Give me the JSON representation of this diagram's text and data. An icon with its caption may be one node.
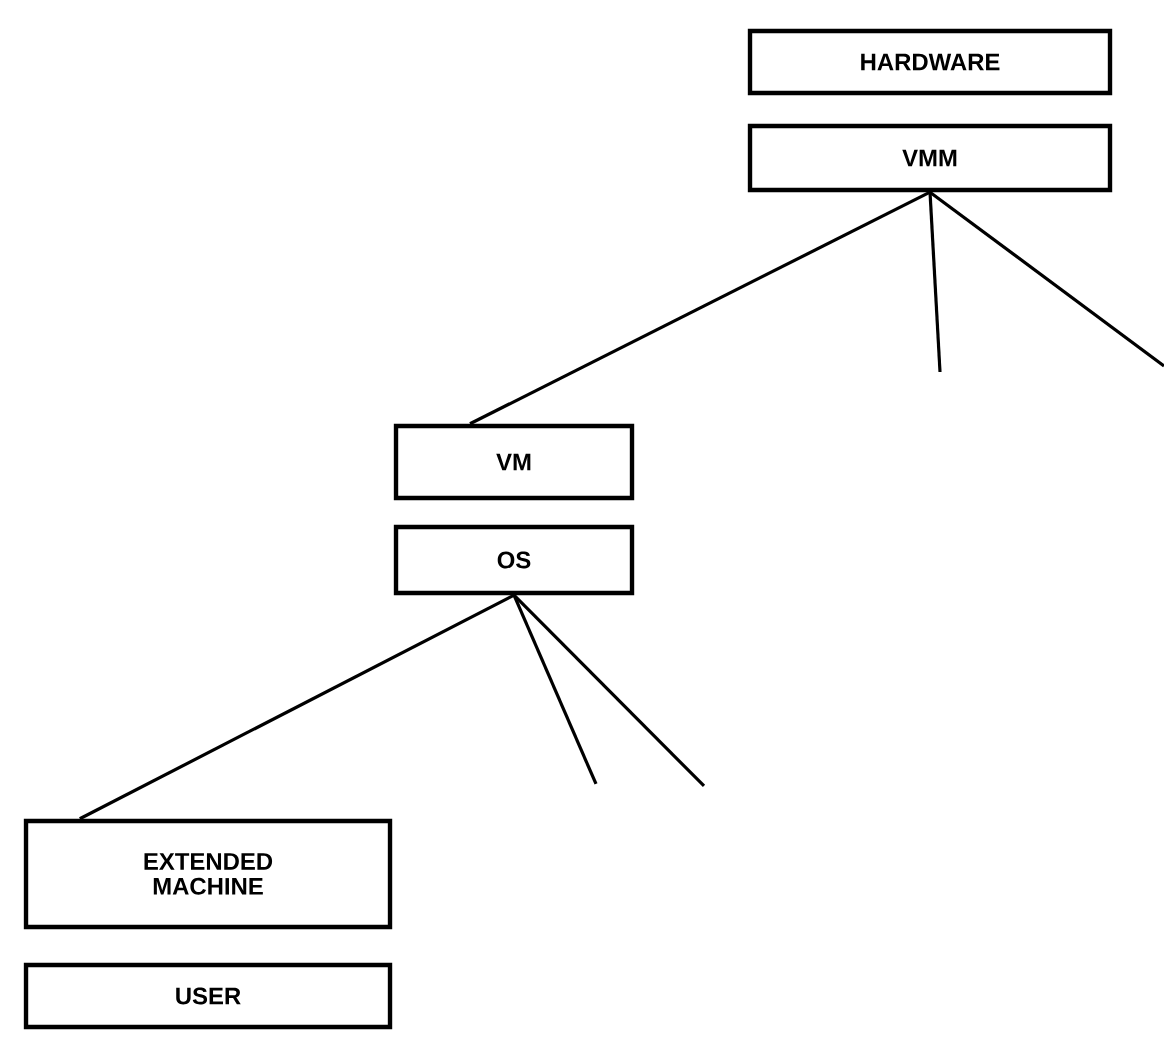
{
  "diagram": {
    "nodes": [
      {
        "text": [
          "HARDWARE"
        ]
      },
      {
        "text": [
          "VMM"
        ]
      },
      {
        "text": [
          "VM"
        ]
      },
      {
        "text": [
          "OS"
        ]
      },
      {
        "text": [
          "EXTENDED MACHINE"
        ]
      },
      {
        "text": [
          "USER"
        ]
      }
    ],
    "edges": [
      {
        "from": 1,
        "to": 2,
        "arrow": "none"
      },
      {
        "from": 1,
        "to": null,
        "arrow": "none"
      },
      {
        "from": 1,
        "to": null,
        "arrow": "none"
      },
      {
        "from": 3,
        "to": 4,
        "arrow": "none"
      },
      {
        "from": 3,
        "to": null,
        "arrow": "none"
      },
      {
        "from": 3,
        "to": null,
        "arrow": "none"
      }
    ]
  }
}
